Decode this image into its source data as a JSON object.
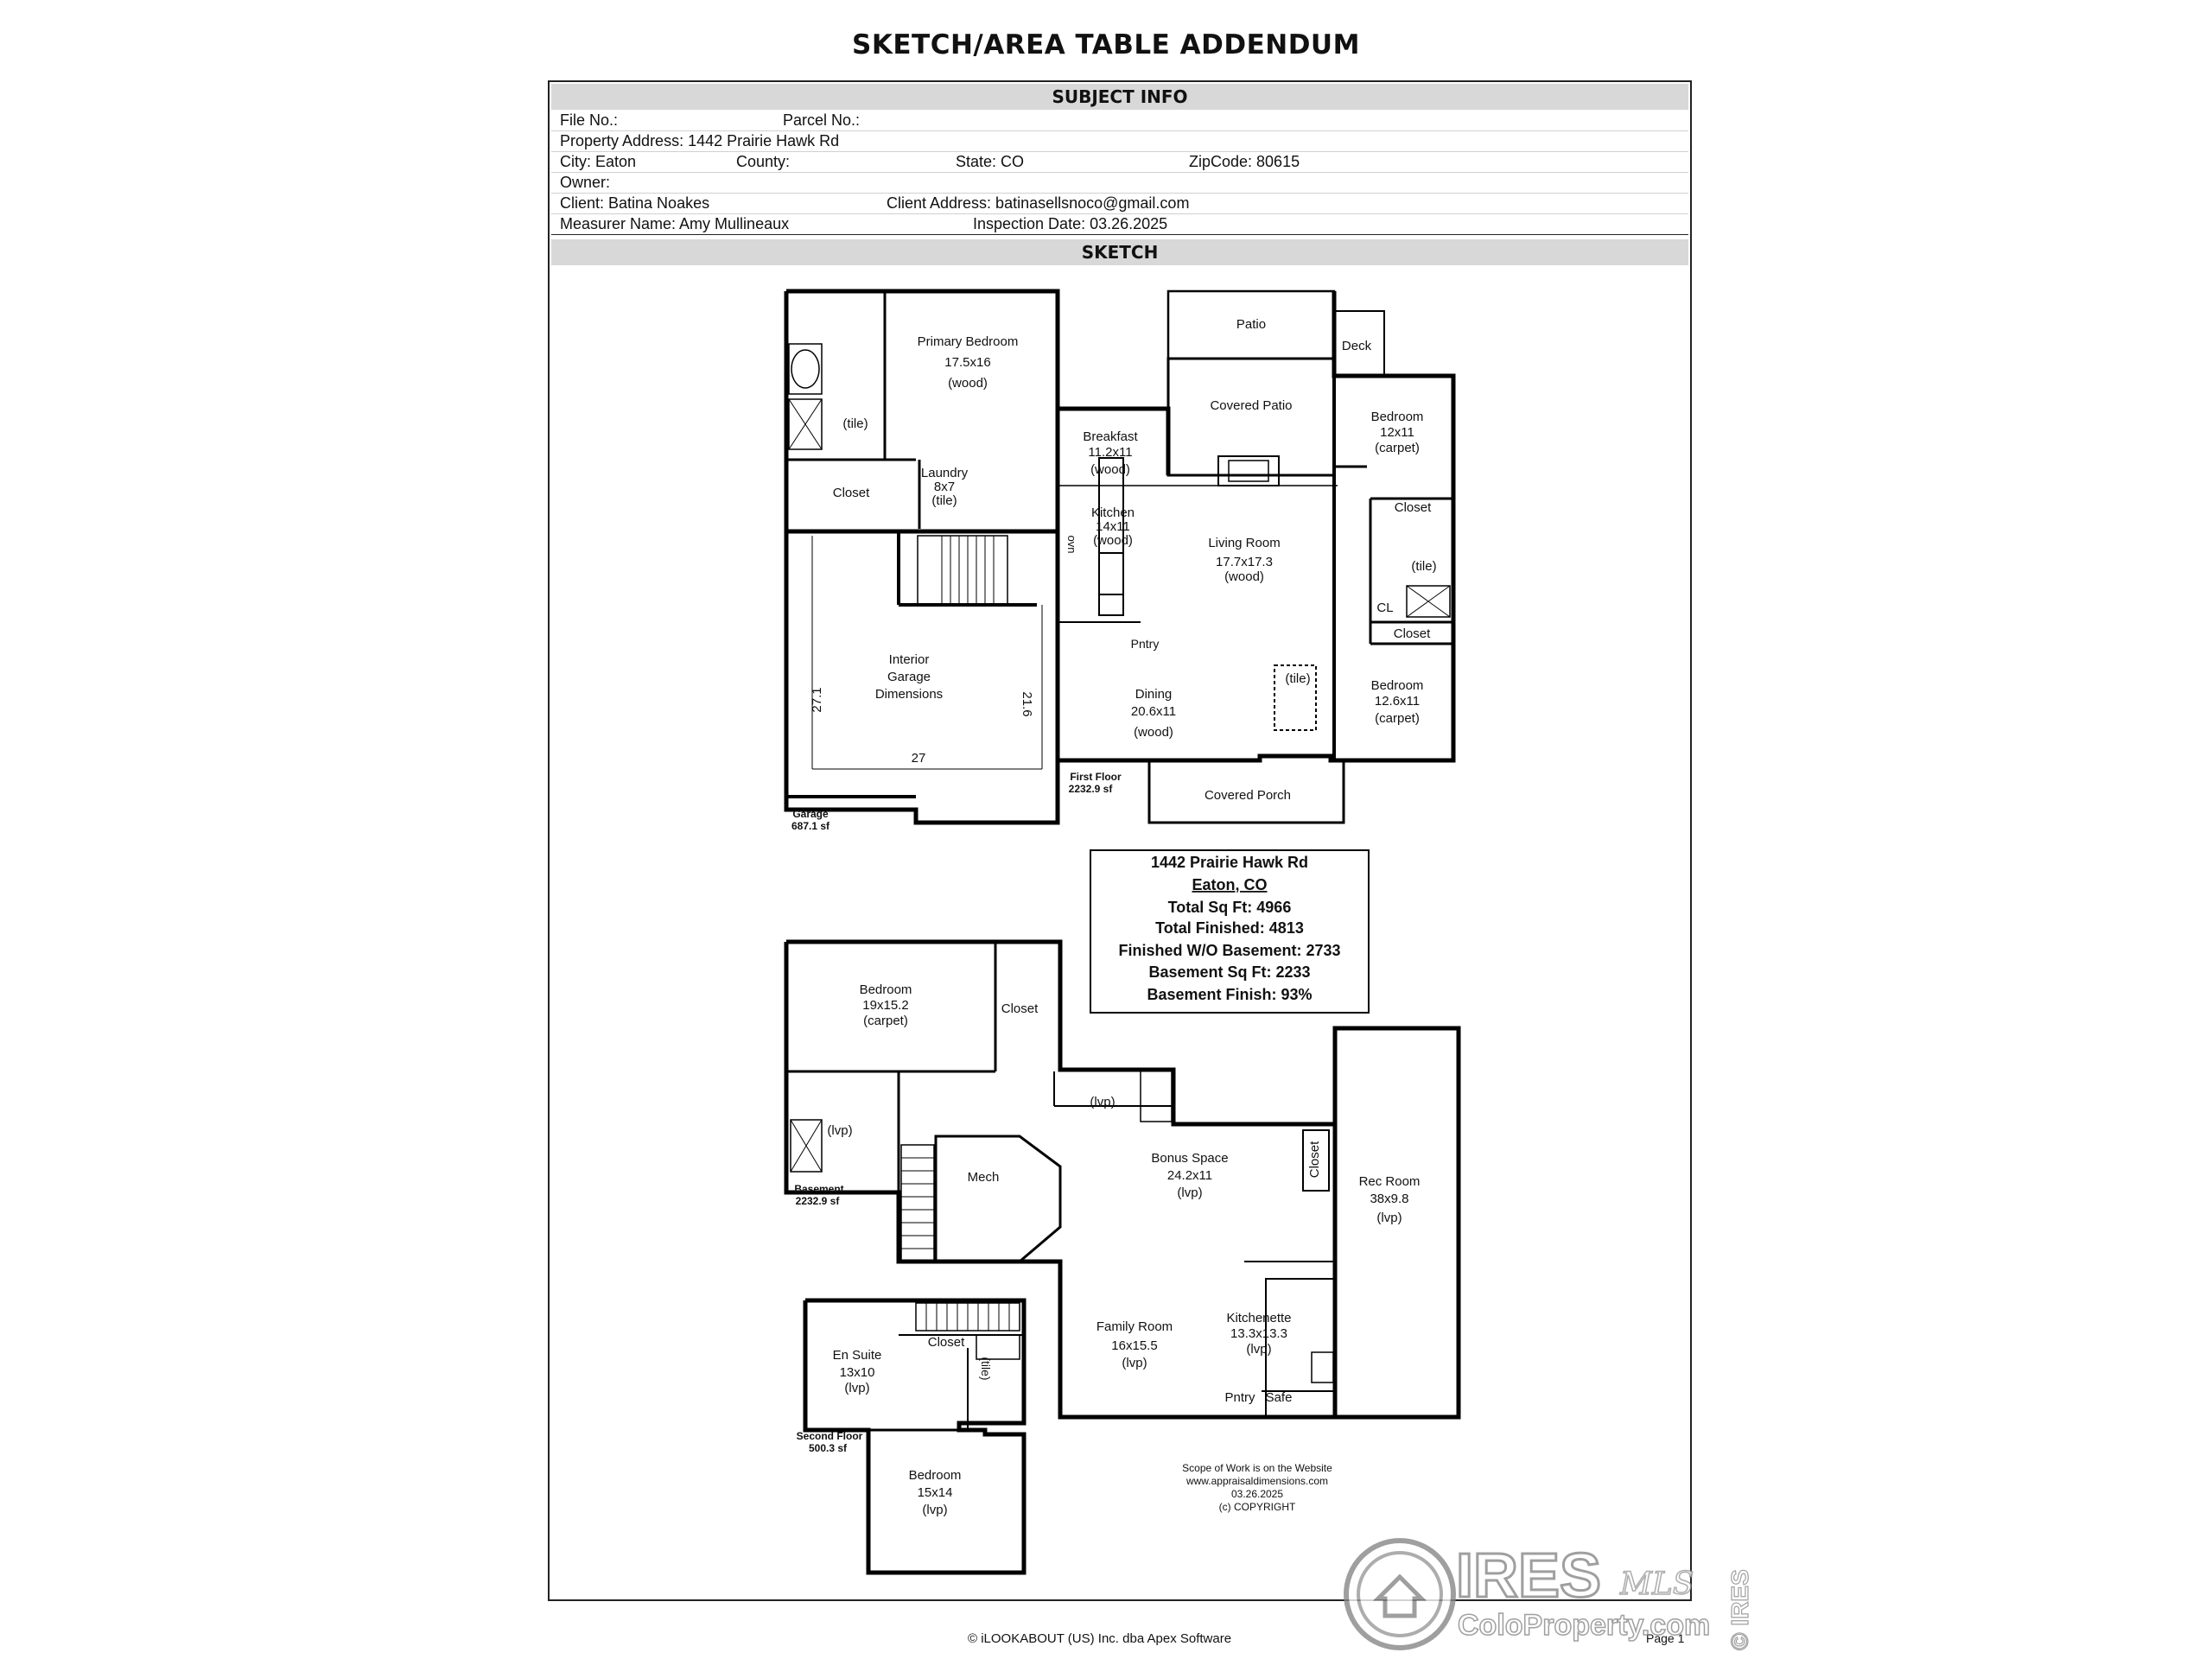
{
  "document": {
    "title": "SKETCH/AREA TABLE ADDENDUM",
    "subject_header": "SUBJECT INFO",
    "sketch_header": "SKETCH"
  },
  "subject": {
    "file_no": "File No.:",
    "parcel_no": "Parcel No.:",
    "property_address": "Property Address: 1442 Prairie Hawk Rd",
    "city": "City: Eaton",
    "county": "County:",
    "state": "State: CO",
    "zipcode": "ZipCode: 80615",
    "owner": "Owner:",
    "client": "Client: Batina Noakes",
    "client_address": "Client Address: batinasellsnoco@gmail.com",
    "measurer": "Measurer Name: Amy Mullineaux",
    "inspection_date": "Inspection Date: 03.26.2025"
  },
  "floor1": {
    "primary_bedroom": [
      "Primary Bedroom",
      "17.5x16",
      "(wood)"
    ],
    "tile_bath": "(tile)",
    "closet": "Closet",
    "laundry": [
      "Laundry",
      "8x7",
      "(tile)"
    ],
    "breakfast": [
      "Breakfast",
      "11.2x11",
      "(wood)"
    ],
    "kitchen": [
      "Kitchen",
      "14x11",
      "(wood)"
    ],
    "oven": "ovn",
    "pantry": "Pntry",
    "patio": "Patio",
    "deck": "Deck",
    "covered_patio": "Covered Patio",
    "living_room": [
      "Living Room",
      "17.7x17.3",
      "(wood)"
    ],
    "bedroom_a": [
      "Bedroom",
      "12x11",
      "(carpet)"
    ],
    "closet_a": "Closet",
    "bath_tile": "(tile)",
    "cl": "CL",
    "closet_b": "Closet",
    "bedroom_b": [
      "Bedroom",
      "12.6x11",
      "(carpet)"
    ],
    "foyer_tile": "(tile)",
    "dining": [
      "Dining",
      "20.6x11",
      "(wood)"
    ],
    "covered_porch": "Covered Porch",
    "garage_interior": [
      "Interior",
      "Garage",
      "Dimensions"
    ],
    "garage_dim_left": "27.1",
    "garage_dim_right": "21.6",
    "garage_dim_bottom": "27",
    "garage_label": [
      "Garage",
      "687.1 sf"
    ],
    "floor_label": [
      "First Floor",
      "2232.9 sf"
    ]
  },
  "summary": {
    "address": "1442 Prairie Hawk Rd",
    "city": "Eaton, CO",
    "total_sqft": "Total Sq Ft:  4966",
    "total_finished": "Total Finished:  4813",
    "finished_wo_basement": "Finished W/O Basement:  2733",
    "basement_sqft": "Basement Sq Ft:  2233",
    "basement_finish": "Basement Finish:  93%"
  },
  "basement": {
    "bedroom": [
      "Bedroom",
      "19x15.2",
      "(carpet)"
    ],
    "closet": "Closet",
    "lvp_bath_left": "(lvp)",
    "lvp_bath_right": "(lvp)",
    "mech": "Mech",
    "bonus_space": [
      "Bonus Space",
      "24.2x11",
      "(lvp)"
    ],
    "closet_v": "Closet",
    "rec_room": [
      "Rec Room",
      "38x9.8",
      "(lvp)"
    ],
    "family_room": [
      "Family Room",
      "16x15.5",
      "(lvp)"
    ],
    "kitchenette": [
      "Kitchenette",
      "13.3x13.3",
      "(lvp)"
    ],
    "pantry": "Pntry",
    "safe": "Safe",
    "floor_label": [
      "Basement",
      "2232.9 sf"
    ]
  },
  "floor2": {
    "en_suite": [
      "En Suite",
      "13x10",
      "(lvp)"
    ],
    "closet": "Closet",
    "tile": "(tile)",
    "bedroom": [
      "Bedroom",
      "15x14",
      "(lvp)"
    ],
    "floor_label": [
      "Second Floor",
      "500.3 sf"
    ]
  },
  "scope": [
    "Scope of Work is on the Website",
    "www.appraisaldimensions.com",
    "03.26.2025",
    "(c) COPYRIGHT"
  ],
  "footer": {
    "copyright": "© iLOOKABOUT (US) Inc. dba Apex Software",
    "page": "Page 1"
  },
  "watermark": {
    "brand": "IRES",
    "mls": "MLS",
    "site": "ColoProperty.com",
    "side": "© IRES"
  }
}
